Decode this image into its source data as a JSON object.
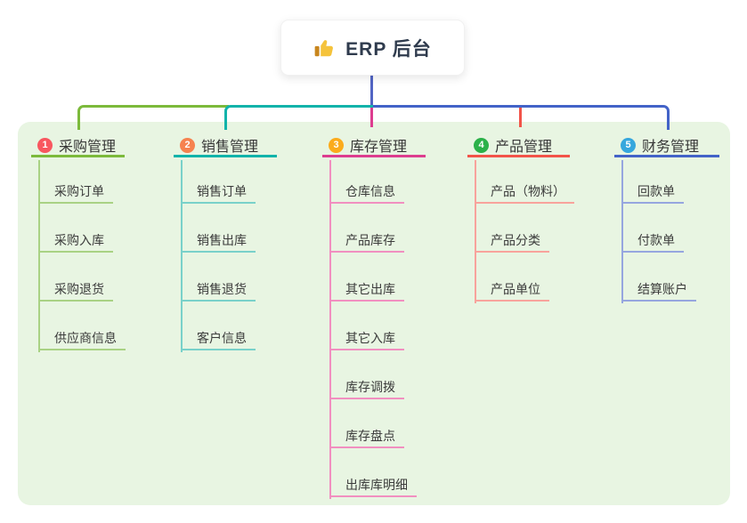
{
  "root": {
    "label": "ERP 后台",
    "icon": "thumbs-up-icon"
  },
  "branches": [
    {
      "index": "1",
      "label": "采购管理",
      "badge_color": "#F8575F",
      "line_color": "#7CBA3B",
      "child_line_color": "#A9D284",
      "children": [
        "采购订单",
        "采购入库",
        "采购退货",
        "供应商信息"
      ]
    },
    {
      "index": "2",
      "label": "销售管理",
      "badge_color": "#F6824F",
      "line_color": "#11B3AA",
      "child_line_color": "#79D1CA",
      "children": [
        "销售订单",
        "销售出库",
        "销售退货",
        "客户信息"
      ]
    },
    {
      "index": "3",
      "label": "库存管理",
      "badge_color": "#FBAB1C",
      "line_color": "#DD3D8F",
      "child_line_color": "#F18FC0",
      "children": [
        "仓库信息",
        "产品库存",
        "其它出库",
        "其它入库",
        "库存调拨",
        "库存盘点",
        "出库库明细"
      ]
    },
    {
      "index": "4",
      "label": "产品管理",
      "badge_color": "#2BB149",
      "line_color": "#F25449",
      "child_line_color": "#F8A39C",
      "children": [
        "产品（物料）",
        "产品分类",
        "产品单位"
      ]
    },
    {
      "index": "5",
      "label": "财务管理",
      "badge_color": "#36A7DD",
      "line_color": "#4363C8",
      "child_line_color": "#96A6DF",
      "children": [
        "回款单",
        "付款单",
        "结算账户"
      ]
    }
  ],
  "colors": {
    "page_bg": "#FFFFFF",
    "canvas_bg": "#E8F5E2",
    "root_line": "#5265C4",
    "root_text": "#2F3B4D",
    "node_text": "#3B3B3B"
  }
}
